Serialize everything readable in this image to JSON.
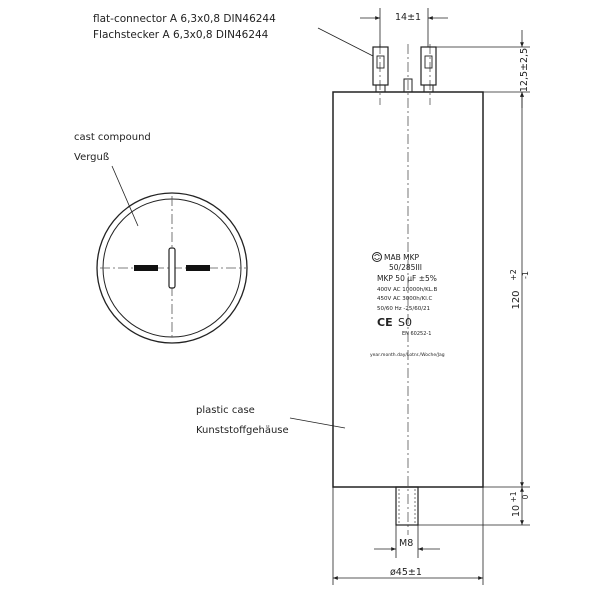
{
  "connector_label": {
    "en": "flat-connector A 6,3x0,8 DIN46244",
    "de": "Flachstecker A 6,3x0,8 DIN46244"
  },
  "compound_label": {
    "en": "cast compound",
    "de": "Verguß"
  },
  "case_label": {
    "en": "plastic case",
    "de": "Kunststoffgehäuse"
  },
  "dimensions": {
    "terminal_spacing": "14±1",
    "terminal_height": "12,5±2,5",
    "body_length_main": "120",
    "body_length_tol_upper": "+2",
    "body_length_tol_lower": "-1",
    "stud_length_main": "10",
    "stud_length_tol_upper": "+1",
    "stud_length_tol_lower": "0",
    "stud_thread": "M8",
    "diameter": "ø45±1"
  },
  "product_label": {
    "brand_line": "MAB MKP",
    "code": "50/285III",
    "rating": "MKP 50 µF ±5%",
    "class_1": "400V AC 10000h/KL.B",
    "class_2": "450V AC 3000h/Kl.C",
    "climate": "50/60 Hz -25/60/21",
    "ce_mark": "CE",
    "s0_mark": "S0",
    "standard": "EN 60252-1",
    "date_line": "year.month.day/Lotnr./Woche/Jag"
  }
}
